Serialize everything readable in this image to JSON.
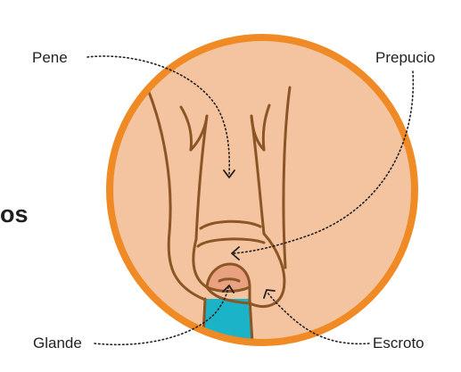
{
  "colors": {
    "circle_fill": "#f3c49f",
    "circle_border": "#f08a24",
    "outline": "#8b5525",
    "glans": "#e8a27f",
    "band": "#1bb3c7",
    "text": "#231f20"
  },
  "edge_text": "os",
  "labels": {
    "pene": "Pene",
    "prepucio": "Prepucio",
    "glande": "Glande",
    "escroto": "Escroto"
  }
}
